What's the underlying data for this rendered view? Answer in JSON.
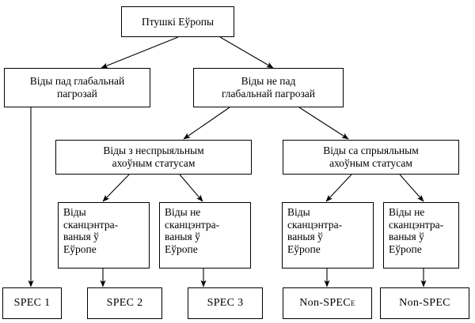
{
  "diagram": {
    "title_node": {
      "id": "root",
      "label": "Птушкі Еўропы"
    },
    "level2": [
      {
        "id": "globally-threatened",
        "label": "Віды пад глабальнай\nпагрозай"
      },
      {
        "id": "not-globally-threatened",
        "label": "Віды не пад\nглабальнай пагрозай"
      }
    ],
    "level3": [
      {
        "id": "unfavourable-status",
        "label": "Віды з неспрыяльным\nахоўным статусам"
      },
      {
        "id": "favourable-status",
        "label": "Віды са спрыяльным\nахоўным статусам"
      }
    ],
    "level4": [
      {
        "id": "concentrated-europe-unfav",
        "label": "Віды\nсканцэнтра-\nваныя ў\nЕўропе"
      },
      {
        "id": "not-concentrated-europe-unfav",
        "label": "Віды не\nсканцэнтра-\nваныя ў\nЕўропе"
      },
      {
        "id": "concentrated-europe-fav",
        "label": "Віды\nсканцэнтра-\nваныя ў\nЕўропе"
      },
      {
        "id": "not-concentrated-europe-fav",
        "label": "Віды не\nсканцэнтра-\nваныя ў\nЕўропе"
      }
    ],
    "terminals": [
      {
        "id": "spec-1",
        "label": "SPEC 1",
        "superscript": ""
      },
      {
        "id": "spec-2",
        "label": "SPEC 2",
        "superscript": ""
      },
      {
        "id": "spec-3",
        "label": "SPEC 3",
        "superscript": ""
      },
      {
        "id": "non-spec-e",
        "label": "Non-SPEC",
        "superscript": "E"
      },
      {
        "id": "non-spec",
        "label": "Non-SPEC",
        "superscript": ""
      }
    ],
    "colors": {
      "background": "#ffffff",
      "border": "#000000",
      "text": "#000000",
      "edge": "#000000"
    }
  }
}
